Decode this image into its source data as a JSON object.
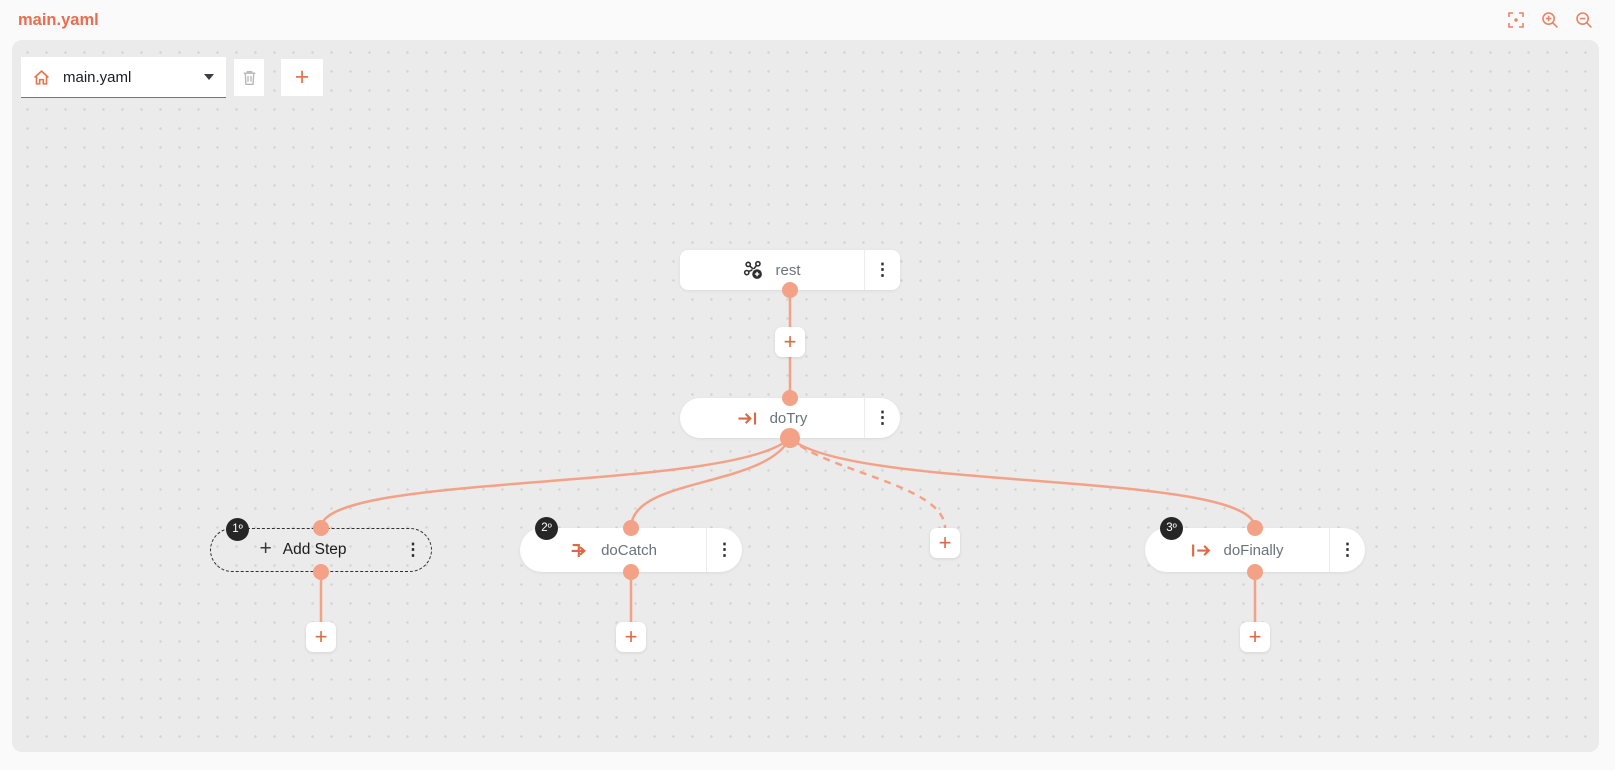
{
  "header": {
    "title": "main.yaml",
    "actions": [
      {
        "icon": "fit-to-view-icon"
      },
      {
        "icon": "zoom-in-icon"
      },
      {
        "icon": "zoom-out-icon"
      }
    ]
  },
  "toolbar": {
    "flow_selector": {
      "value": "main.yaml",
      "icon": "home-icon"
    },
    "buttons": [
      {
        "icon": "trash-icon",
        "enabled": false
      },
      {
        "icon": "plus-icon",
        "enabled": true
      }
    ]
  },
  "nodes": {
    "rest": {
      "label": "rest",
      "icon": "rest-api-icon"
    },
    "doTry": {
      "label": "doTry",
      "icon": "arrow-into-bar-icon"
    },
    "addStep": {
      "label": "Add Step",
      "badge": "1º",
      "placeholder": true
    },
    "doCatch": {
      "label": "doCatch",
      "badge": "2º",
      "icon": "catch-arrow-icon"
    },
    "doFinally": {
      "label": "doFinally",
      "badge": "3º",
      "icon": "bar-arrow-icon"
    }
  },
  "edges": [
    {
      "from": "rest",
      "to": "doTry",
      "style": "solid",
      "via_plus": true
    },
    {
      "from": "doTry",
      "to": "addStep",
      "style": "solid"
    },
    {
      "from": "doTry",
      "to": "doCatch",
      "style": "solid"
    },
    {
      "from": "doTry",
      "to": "placeholder-plus",
      "style": "dashed"
    },
    {
      "from": "doTry",
      "to": "doFinally",
      "style": "solid"
    },
    {
      "from": "addStep",
      "to": "add-plus",
      "style": "solid"
    },
    {
      "from": "doCatch",
      "to": "add-plus",
      "style": "solid"
    },
    {
      "from": "doFinally",
      "to": "add-plus",
      "style": "solid"
    }
  ],
  "icons": {
    "plus": "+",
    "kebab": "⋮"
  },
  "colors": {
    "accent": "#e8714e",
    "edge": "#f3a287",
    "canvas_bg": "#ebebeb",
    "node_text": "#6a737b",
    "badge_bg": "#262626",
    "title": "#e96d4e"
  }
}
